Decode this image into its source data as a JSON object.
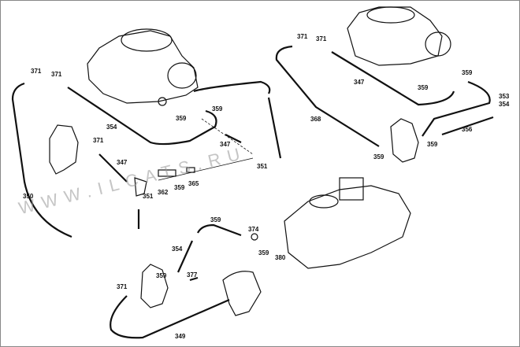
{
  "watermark": "WWW.ILCATS.RU",
  "callouts": {
    "top_left": [
      "371",
      "371",
      "354",
      "359",
      "359",
      "347",
      "371",
      "347",
      "351",
      "350",
      "351",
      "362",
      "359",
      "365"
    ],
    "top_right": [
      "371",
      "371",
      "347",
      "359",
      "359",
      "353",
      "354",
      "368",
      "356",
      "359",
      "359"
    ],
    "bottom": [
      "359",
      "374",
      "354",
      "359",
      "380",
      "359",
      "377",
      "371",
      "349"
    ]
  }
}
